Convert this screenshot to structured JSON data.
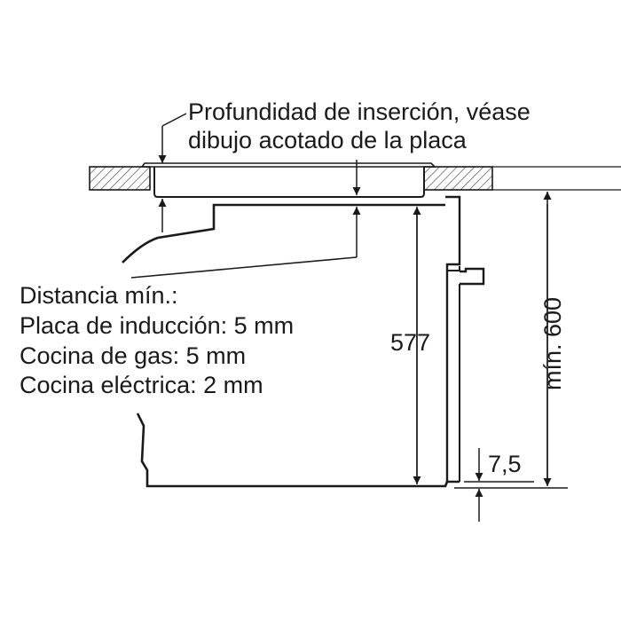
{
  "labels": {
    "insertion_line1": "Profundidad de inserción, véase",
    "insertion_line2": "dibujo acotado de la placa",
    "distance_title": "Distancia mín.:",
    "induction": "Placa de inducción: 5 mm",
    "gas": "Cocina de gas: 5 mm",
    "electric": "Cocina eléctrica: 2 mm",
    "height_577": "577",
    "min_600": "mín. 600",
    "gap_7_5": "7,5"
  },
  "colors": {
    "line": "#1a1a1a",
    "background": "#ffffff"
  }
}
